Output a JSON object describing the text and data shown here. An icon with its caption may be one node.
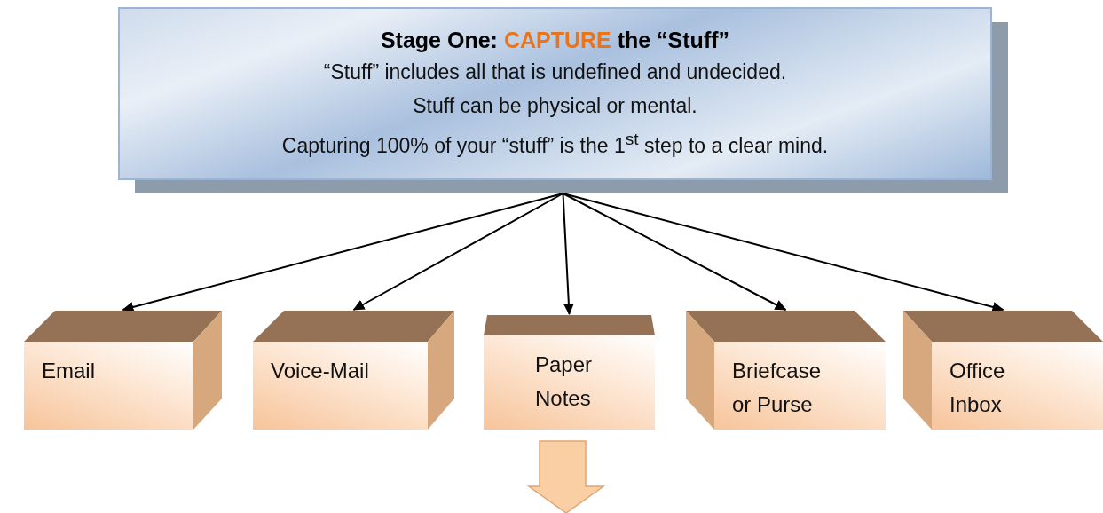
{
  "diagram": {
    "nodes": [
      {
        "text": [
          "Stage One:",
          "CAPTURE",
          "the “Stuff”",
          "“Stuff” includes all that is undefined and undecided.",
          "Stuff can be physical or mental.",
          "Capturing 100% of your “stuff” is the 1$^{st}$ step to a clear mind."
        ]
      },
      {
        "text": [
          "Email"
        ]
      },
      {
        "text": [
          "Voice-Mail"
        ]
      },
      {
        "text": [
          "Paper Notes"
        ]
      },
      {
        "text": [
          "Briefcase or Purse"
        ]
      },
      {
        "text": [
          "Office Inbox"
        ]
      }
    ],
    "edges": [
      {
        "from": 0,
        "to": 1,
        "arrow": "to"
      },
      {
        "from": 0,
        "to": 2,
        "arrow": "to"
      },
      {
        "from": 0,
        "to": 3,
        "arrow": "to"
      },
      {
        "from": 0,
        "to": 4,
        "arrow": "to"
      },
      {
        "from": 0,
        "to": 5,
        "arrow": "to"
      }
    ]
  }
}
